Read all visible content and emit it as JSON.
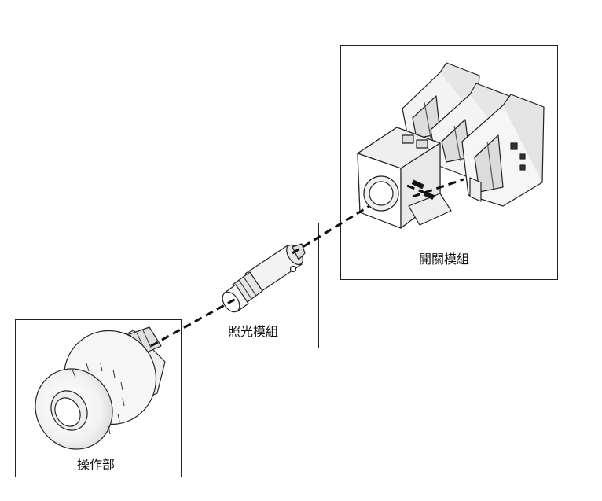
{
  "labels": {
    "switch_module": "開關模組",
    "lighting_module": "照光模組",
    "operator": "操作部"
  }
}
